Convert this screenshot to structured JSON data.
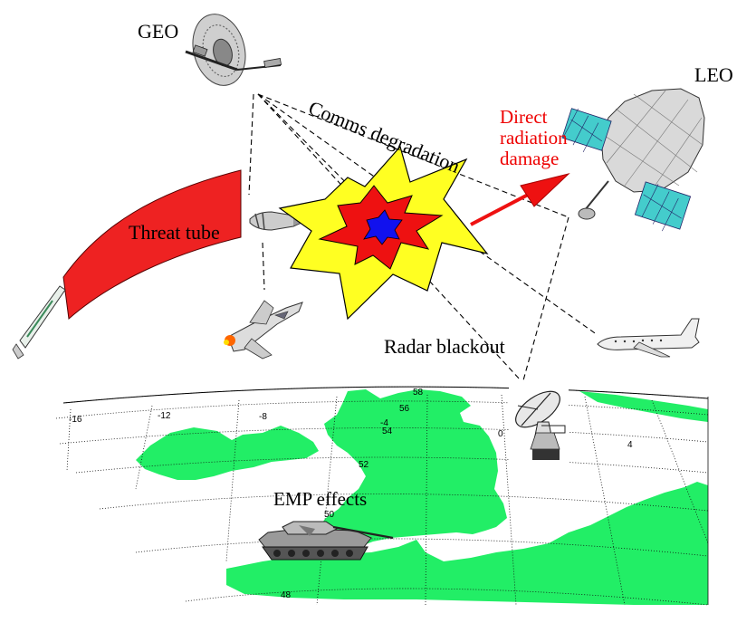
{
  "labels": {
    "geo": "GEO",
    "leo": "LEO",
    "comms": "Comms degradation",
    "direct": [
      "Direct",
      "radiation",
      "damage"
    ],
    "threat_tube": "Threat tube",
    "radar": "Radar blackout",
    "emp": "EMP effects"
  },
  "map_ticks": [
    "-16",
    "-12",
    "-8",
    "-4",
    "0",
    "4",
    "58",
    "56",
    "54",
    "52",
    "50",
    "48"
  ],
  "colors": {
    "land": "#22ee66",
    "threat_tube": "#ee2222",
    "burst_outer": "#ffff22",
    "burst_middle": "#ee1111",
    "burst_core": "#1111ee",
    "arrow": "#ee1111",
    "direct_text": "#ee0000",
    "leo_panels": "#44cccc"
  },
  "icons": [
    "geo-satellite-icon",
    "leo-satellite-icon",
    "missile-icon",
    "fighter-jet-icon",
    "airliner-icon",
    "radar-dish-icon",
    "tank-icon",
    "reentry-vehicle-icon"
  ]
}
